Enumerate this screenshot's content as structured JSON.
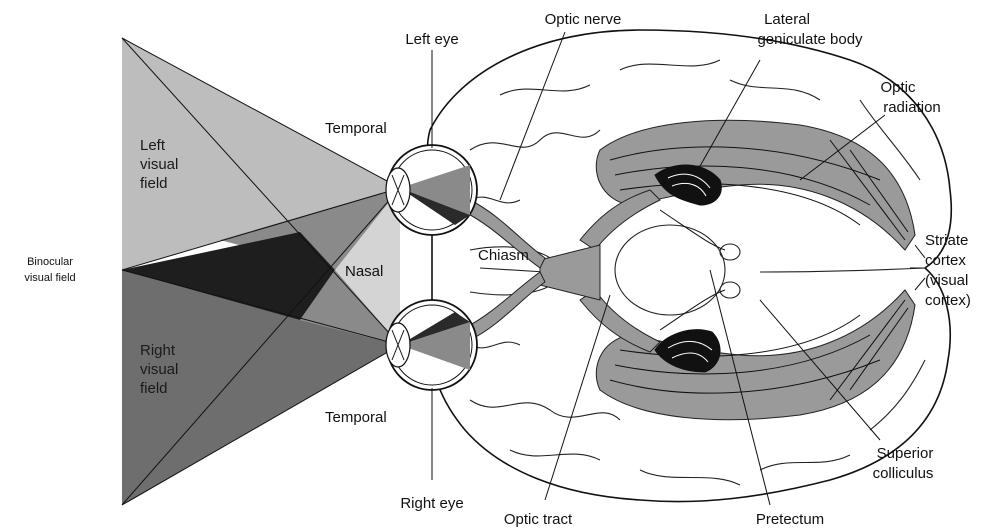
{
  "labels": {
    "binocular": [
      "Binocular",
      "visual field"
    ],
    "left_field": [
      "Left",
      "visual",
      "field"
    ],
    "right_field": [
      "Right",
      "visual",
      "field"
    ],
    "temporal_top": "Temporal",
    "temporal_bottom": "Temporal",
    "nasal": "Nasal",
    "left_eye": "Left eye",
    "right_eye": "Right eye",
    "optic_nerve": "Optic nerve",
    "chiasm": "Chiasm",
    "optic_tract": "Optic tract",
    "lgb": [
      "Lateral",
      "geniculate body"
    ],
    "optic_radiation": [
      "Optic",
      "radiation"
    ],
    "striate": [
      "Striate",
      "cortex",
      "(visual",
      "cortex)"
    ],
    "superior_colliculus": [
      "Superior",
      "colliculus"
    ],
    "pretectum": "Pretectum"
  },
  "colors": {
    "left_field_fill": "#bdbdbd",
    "right_field_fill": "#6e6e6e",
    "binocular_fill": "#1e1e1e",
    "overlap_light": "#d4d4d4",
    "overlap_mid": "#8a8a8a",
    "pathway_grey": "#9a9a9a"
  }
}
